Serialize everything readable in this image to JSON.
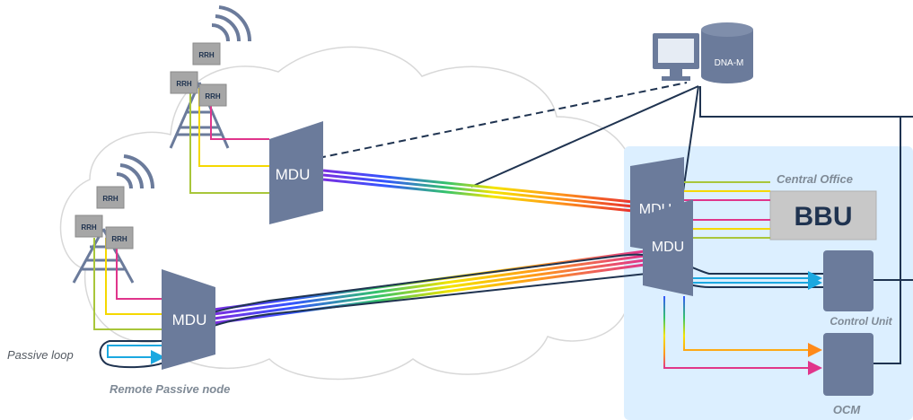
{
  "labels": {
    "dna_m": "DNA-M",
    "central_office": "Central Office",
    "bbu": "BBU",
    "control_unit": "Control Unit",
    "ocm": "OCM",
    "passive_loop": "Passive loop",
    "remote_passive_node": "Remote Passive node",
    "mdu": "MDU",
    "rrh": "RRH"
  },
  "colors": {
    "mdu": "#6b7b9b",
    "rrh_box": "#a6a6a6",
    "tower": "#6b7b9b",
    "central_office_bg": "#dcefff",
    "bbu_box": "#c8c8c8",
    "dark_line": "#1f3350",
    "magenta": "#e0358b",
    "yellow": "#f5d800",
    "lime": "#a8c63a",
    "cyan": "#1ba8e0"
  }
}
